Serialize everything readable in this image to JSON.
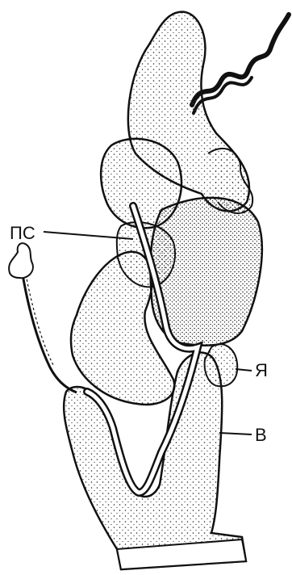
{
  "labels": {
    "ps": "ПС",
    "ya": "Я",
    "v": "В"
  },
  "colors": {
    "ink": "#111111",
    "paper": "#ffffff",
    "stipple": "#2a2a2a"
  }
}
